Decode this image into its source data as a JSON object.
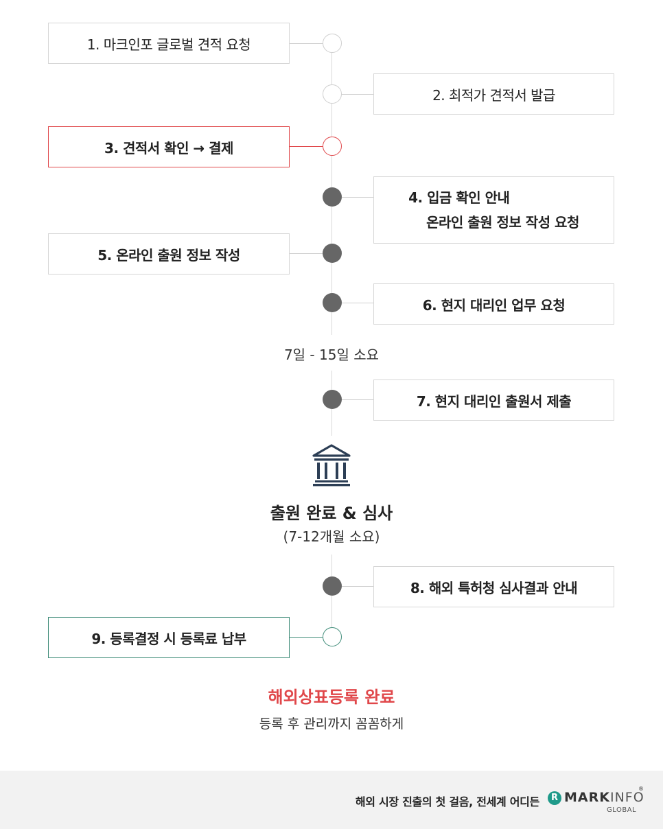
{
  "steps": {
    "s1": "1. 마크인포 글로벌 견적 요청",
    "s2": "2. 최적가 견적서 발급",
    "s3": "3. 견적서 확인 → 결제",
    "s4_line1": "4. 입금 확인 안내",
    "s4_line2": "온라인 출원 정보 작성 요청",
    "s5": "5. 온라인 출원 정보 작성",
    "s6": "6. 현지 대리인 업무 요청",
    "s7": "7. 현지 대리인 출원서 제출",
    "s8": "8. 해외 특허청 심사결과 안내",
    "s9": "9. 등록결정 시 등록료 납부"
  },
  "duration_note": "7일 - 15일 소요",
  "milestone": {
    "icon": "courthouse-icon",
    "title": "출원 완료 & 심사",
    "subtitle": "(7-12개월 소요)"
  },
  "completion": {
    "title": "해외상표등록 완료",
    "subtitle": "등록 후 관리까지 꼼꼼하게"
  },
  "footer": {
    "slogan": "해외 시장 진출의 첫 걸음, 전세계 어디든",
    "logo_mark": "R",
    "logo_bold": "MARK",
    "logo_light": "INFO",
    "logo_reg": "®",
    "logo_sub": "GLOBAL"
  },
  "colors": {
    "accent_red": "#e0474a",
    "accent_green": "#3f8c79",
    "node_filled": "#666666",
    "brand_teal": "#1f9a8a"
  }
}
